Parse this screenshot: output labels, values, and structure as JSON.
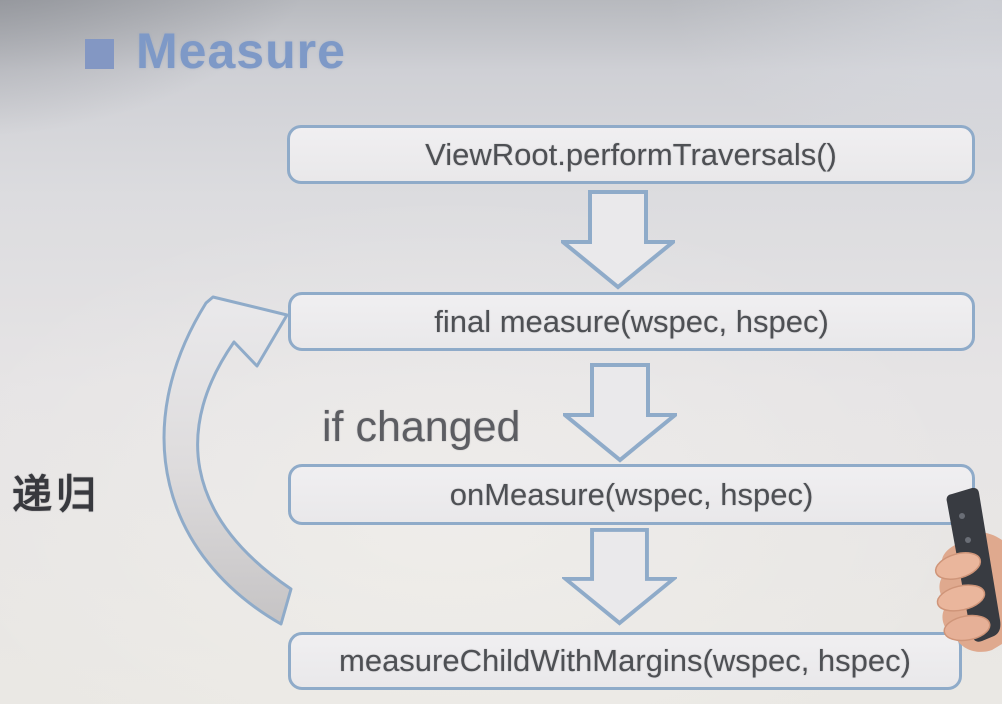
{
  "slide": {
    "title": "Measure",
    "recursion_label": "递归",
    "condition_label": "if changed",
    "flow_boxes": [
      {
        "label": "ViewRoot.performTraversals()"
      },
      {
        "label": "final measure(wspec, hspec)"
      },
      {
        "label": "onMeasure(wspec, hspec)"
      },
      {
        "label": "measureChildWithMargins(wspec, hspec)"
      }
    ],
    "icons": {
      "title_bullet": "square-bullet",
      "flow_arrow": "block-down-arrow",
      "loop_arrow": "curved-recursion-arrow",
      "foreground": "hand-holding-presenter-remote"
    },
    "colors": {
      "title_text": "#7e99c7",
      "bullet": "#8397c3",
      "box_border": "#8fabc9",
      "box_text": "#4e5054",
      "condition_text": "#5c5d62",
      "recursion_text": "#38393e",
      "arrow_stroke": "#8fabc9",
      "loop_tail_fill": "#c6c4c5",
      "remote": "#383b41",
      "skin": "#dfa98e"
    }
  }
}
